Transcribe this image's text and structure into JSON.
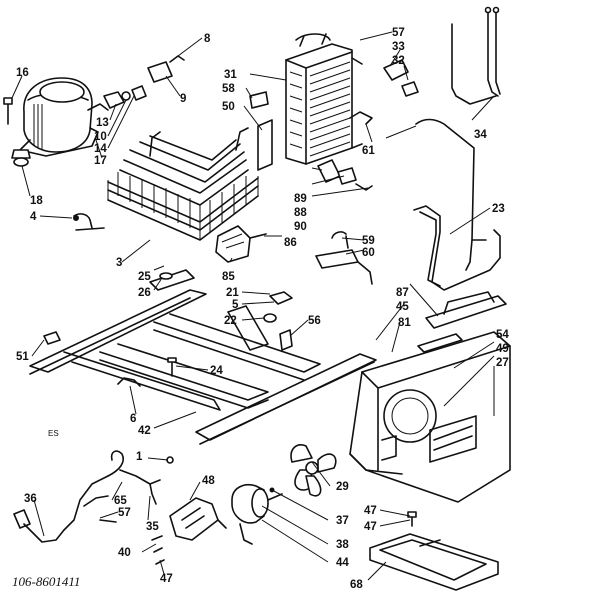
{
  "diagram_code": "106-8601411",
  "corner_mark": "ES",
  "callouts": {
    "c1": "1",
    "c3": "3",
    "c4": "4",
    "c5": "5",
    "c6": "6",
    "c8": "8",
    "c9": "9",
    "c10": "10",
    "c13": "13",
    "c14": "14",
    "c16": "16",
    "c17": "17",
    "c18": "18",
    "c21": "21",
    "c22": "22",
    "c23": "23",
    "c24": "24",
    "c25": "25",
    "c26": "26",
    "c27": "27",
    "c29": "29",
    "c31": "31",
    "c32": "32",
    "c33": "33",
    "c34": "34",
    "c35": "35",
    "c36": "36",
    "c37": "37",
    "c38": "38",
    "c40": "40",
    "c42": "42",
    "c44": "44",
    "c45": "45",
    "c47a": "47",
    "c47b": "47",
    "c47c": "47",
    "c48": "48",
    "c49": "49",
    "c50": "50",
    "c51": "51",
    "c54": "54",
    "c56": "56",
    "c57a": "57",
    "c57b": "57",
    "c58": "58",
    "c59": "59",
    "c60": "60",
    "c61": "61",
    "c65": "65",
    "c68": "68",
    "c81": "81",
    "c85": "85",
    "c86": "86",
    "c87": "87",
    "c88": "88",
    "c89": "89",
    "c90": "90"
  }
}
